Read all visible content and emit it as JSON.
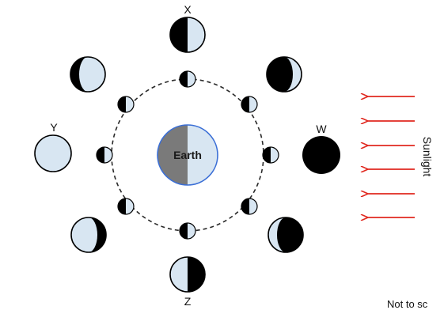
{
  "earth": {
    "label": "Earth"
  },
  "phase_labels": {
    "top": "X",
    "left": "Y",
    "right": "W",
    "bottom": "Z"
  },
  "sunlight": {
    "label": "Sunlight",
    "arrow_count": 6
  },
  "note": "Not to sc",
  "colors": {
    "moon_light": "#d8e6f2",
    "moon_dark": "#000000",
    "earth_dark": "#7a7a7a",
    "earth_light": "#d8e6f2",
    "earth_border": "#3b6fd6",
    "arrow": "#e0281f",
    "orbit": "#2a2a2a"
  }
}
